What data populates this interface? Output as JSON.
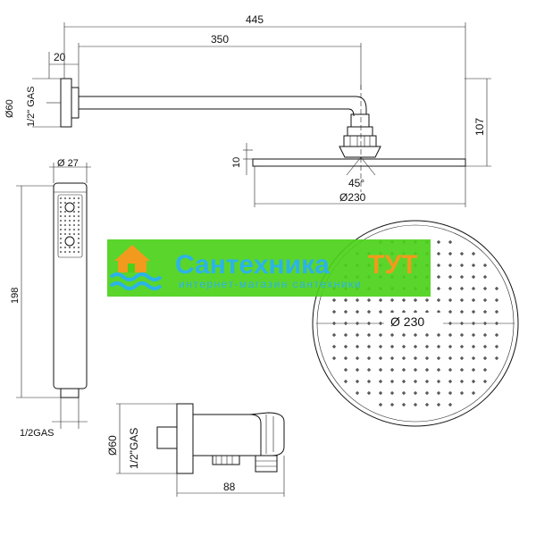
{
  "dimensions": {
    "arm_total": "445",
    "arm_length": "350",
    "arm_flange": "20",
    "flange_diameter": "Ø60",
    "arm_thread": "1/2\" GAS",
    "head_drop": "107",
    "head_thickness": "10",
    "tilt_angle": "45°",
    "head_diameter_side": "Ø230",
    "hand_diameter": "Ø 27",
    "hand_length": "198",
    "hand_thread": "1/2GAS",
    "outlet_diameter": "Ø60",
    "outlet_thread": "1/2\"GAS",
    "outlet_depth": "88",
    "head_diameter_top": "Ø 230"
  },
  "watermark": {
    "brand_main": "Сантехника",
    "brand_accent": "ТУТ",
    "tagline": "интернет-магазин сантехники",
    "colors": {
      "band": "#4cd11a",
      "brand_text": "#2bb3e8",
      "accent": "#f29a1d",
      "wave": "#2bb3e8",
      "house": "#f29a1d"
    }
  }
}
